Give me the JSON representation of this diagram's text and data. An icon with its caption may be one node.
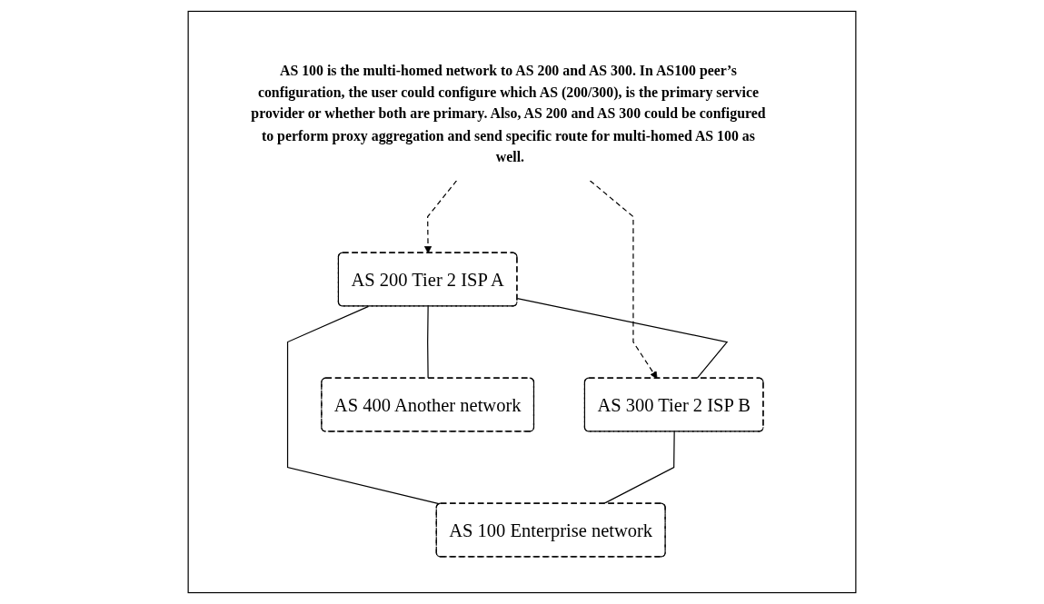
{
  "diagram": {
    "nodes": [
      {
        "text": [],
        "shape": "box"
      },
      {
        "text": [
          "AS 100 is the multi-homed network to AS 200 and AS 300. In AS100 peer’s configuration, the user could configure which AS (200/300), is the primary service provider or whether both are primary. Also, AS 200 and AS 300 could be configured to perform proxy aggregation and send specific route for multi-homed AS 100 as well."
        ],
        "in": 0
      },
      {
        "text": [
          "AS 200 Tier 2 ISP A"
        ],
        "in": 0
      },
      {
        "text": [
          "AS 300 Tier 2 ISP B"
        ],
        "in": 0
      },
      {
        "text": [
          "AS 400 Another network"
        ],
        "in": 0
      },
      {
        "text": [
          "AS 100 Enterprise network"
        ],
        "in": 0
      }
    ],
    "edges": [
      {
        "from": 1,
        "to": 2,
        "arrow": "to",
        "style": "dashed"
      },
      {
        "from": 1,
        "to": 3,
        "arrow": "to",
        "style": "dashed"
      },
      {
        "from": 2,
        "to": 3,
        "arrow": "none"
      },
      {
        "from": 2,
        "to": 4,
        "arrow": "none"
      },
      {
        "from": 2,
        "to": 5,
        "arrow": "none"
      },
      {
        "from": 3,
        "to": 5,
        "arrow": "none"
      }
    ]
  }
}
